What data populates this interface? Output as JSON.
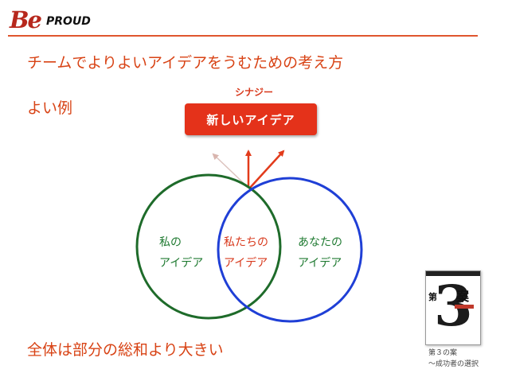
{
  "logo": {
    "mark": "Be",
    "word": "PROUD"
  },
  "title": "チームでよりよいアイデアをうむための考え方",
  "subtitle": "よい例",
  "diagram": {
    "synergy_label": "シナジー",
    "result_label": "新しいアイデア",
    "left_circle": {
      "line1": "私の",
      "line2": "アイデア",
      "color": "#1e6b2a"
    },
    "overlap": {
      "line1": "私たちの",
      "line2": "アイデア",
      "color": "#d8391c"
    },
    "right_circle": {
      "line1": "あなたの",
      "line2": "アイデア",
      "color": "#1f3fd6"
    }
  },
  "bottom_text": "全体は部分の総和より大きい",
  "book": {
    "cover_numeral": "3",
    "cover_char": "案",
    "cover_prefix": "第",
    "caption_line1": "第３の案",
    "caption_line2": "〜成功者の選択"
  }
}
